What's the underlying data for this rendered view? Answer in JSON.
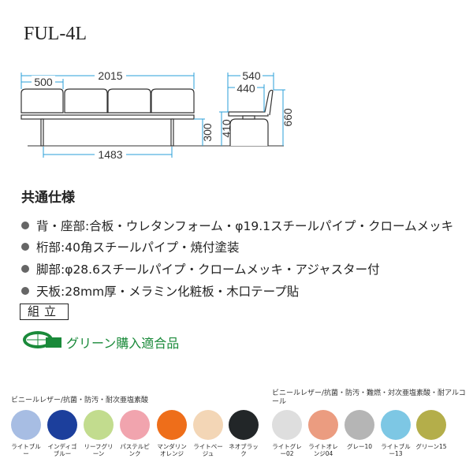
{
  "title": "FUL-4L",
  "dimensions": {
    "width": "2015",
    "seat_width": "500",
    "leg_span": "1483",
    "seat_height": "300",
    "depth": "540",
    "seat_depth": "440",
    "height_seat": "410",
    "total_height": "660"
  },
  "spec": {
    "heading": "共通仕様",
    "items": [
      "背・座部:合板・ウレタンフォーム・φ19.1スチールパイプ・クロームメッキ",
      "桁部:40角スチールパイプ・焼付塗装",
      "脚部:φ28.6スチールパイプ・クロームメッキ・アジャスター付",
      "天板:28mm厚・メラミン化粧板・木口テープ貼"
    ]
  },
  "assembly": "組立",
  "green_label": "グリーン購入適合品",
  "colors_a": {
    "heading": "ビニールレザー/抗菌・防汚・耐次亜塩素酸",
    "items": [
      {
        "name": "ライトブルー",
        "color": "#a7bde3"
      },
      {
        "name": "インディゴブルー",
        "color": "#1c3f9c"
      },
      {
        "name": "リーフグリーン",
        "color": "#c2dc8e"
      },
      {
        "name": "パステルピンク",
        "color": "#f1a4ae"
      },
      {
        "name": "マンダリンオレンジ",
        "color": "#ee6e1a"
      },
      {
        "name": "ライトベージュ",
        "color": "#f3d6b6"
      },
      {
        "name": "ネオブラック",
        "color": "#222628"
      }
    ]
  },
  "colors_b": {
    "heading": "ビニールレザー/抗菌・防汚・難燃・対次亜塩素酸・耐アルコール",
    "items": [
      {
        "name": "ライトグレー02",
        "color": "#dedede"
      },
      {
        "name": "ライトオレンジ04",
        "color": "#eb9c80"
      },
      {
        "name": "グレー10",
        "color": "#b5b5b5"
      },
      {
        "name": "ライトブルー13",
        "color": "#7dc7e4"
      },
      {
        "name": "グリーン15",
        "color": "#b4ae4a"
      }
    ]
  }
}
